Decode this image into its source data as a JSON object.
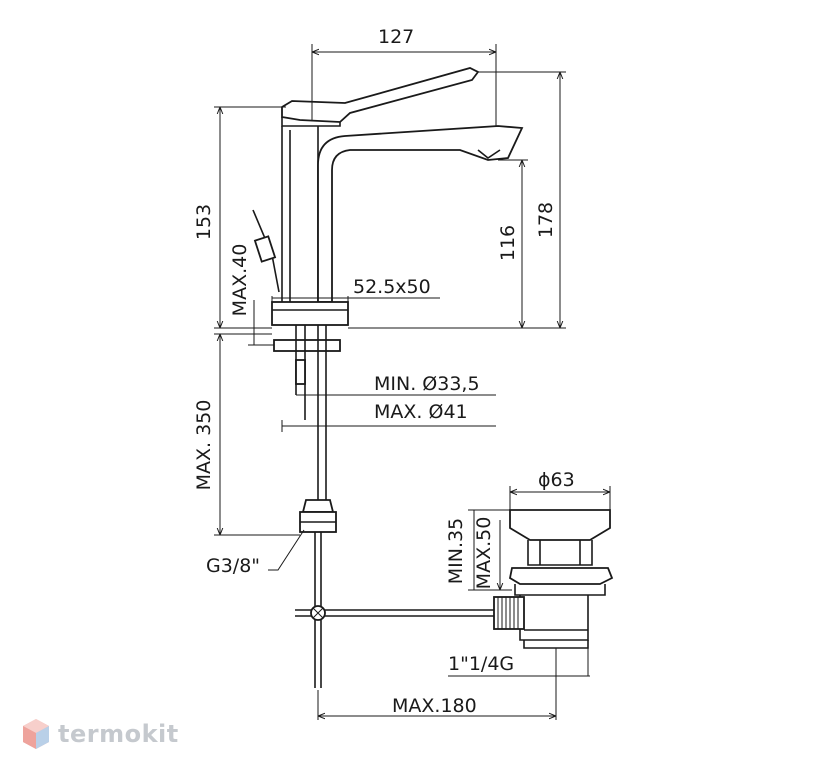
{
  "dimensions": {
    "spout_reach": "127",
    "total_height": "178",
    "body_height": "153",
    "spout_height": "116",
    "base_size": "52.5x50",
    "deck_max": "MAX.40",
    "hole_min": "MIN. Ø33,5",
    "hole_max": "MAX. Ø41",
    "hose_max": "MAX. 350",
    "hose_thread": "G3/8\"",
    "drain_diameter": "ϕ63",
    "drain_min": "MIN.35",
    "drain_max": "MAX.50",
    "drain_thread": "1\"1/4G",
    "rod_max": "MAX.180"
  },
  "watermark": {
    "logo": "termokit-cube-icon",
    "text": "termokit",
    "color": "#c5c9ce"
  }
}
